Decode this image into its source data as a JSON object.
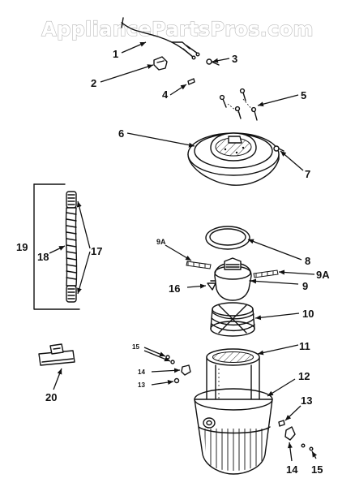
{
  "watermark": "AppliancePartsPros.com",
  "labels": {
    "l1": "1",
    "l2": "2",
    "l3": "3",
    "l4": "4",
    "l5": "5",
    "l6": "6",
    "l7": "7",
    "l8": "8",
    "l9": "9",
    "l9a_left": "9A",
    "l9a_right": "9A",
    "l10": "10",
    "l11": "11",
    "l12": "12",
    "l13_left": "13",
    "l13_right": "13",
    "l14_left": "14",
    "l14_right": "14",
    "l15_left": "15",
    "l15_right": "15",
    "l16": "16",
    "l17": "17",
    "l18": "18",
    "l19": "19",
    "l20": "20"
  }
}
